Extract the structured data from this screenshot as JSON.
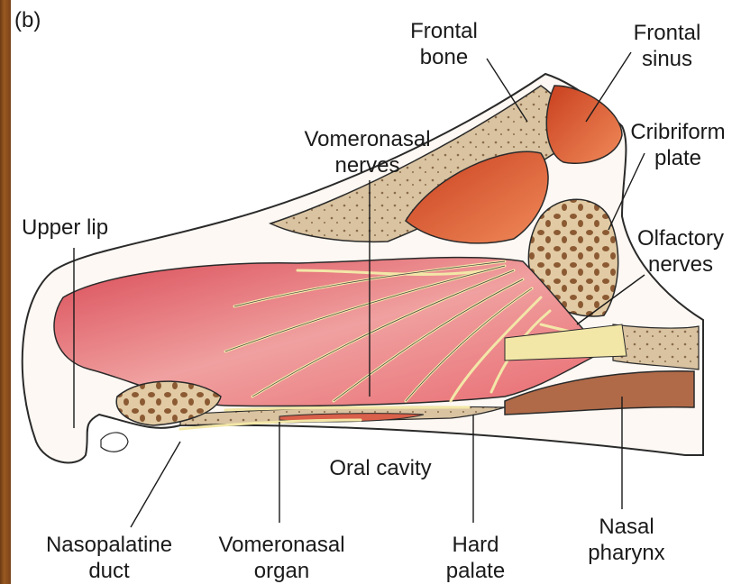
{
  "panel_label": "(b)",
  "labels": {
    "frontal_bone": [
      "Frontal",
      "bone"
    ],
    "frontal_sinus": [
      "Frontal",
      "sinus"
    ],
    "cribriform_plate": [
      "Cribriform",
      "plate"
    ],
    "vomeronasal_nerves": [
      "Vomeronasal",
      "nerves"
    ],
    "upper_lip": [
      "Upper lip"
    ],
    "olfactory_nerves": [
      "Olfactory",
      "nerves"
    ],
    "oral_cavity": [
      "Oral cavity"
    ],
    "nasopalatine_duct": [
      "Nasopalatine",
      "duct"
    ],
    "vomeronasal_organ": [
      "Vomeronasal",
      "organ"
    ],
    "hard_palate": [
      "Hard",
      "palate"
    ],
    "nasal_pharynx": [
      "Nasal",
      "pharynx"
    ]
  },
  "colors": {
    "mucosa": "#e06a70",
    "mucosa_light": "#f2a8a8",
    "bone": "#d9c3a1",
    "nerve": "#f3e7a8",
    "sinus": "#d9542d",
    "outline": "#2a2a2a",
    "wood_border": "#8a4e1c"
  }
}
